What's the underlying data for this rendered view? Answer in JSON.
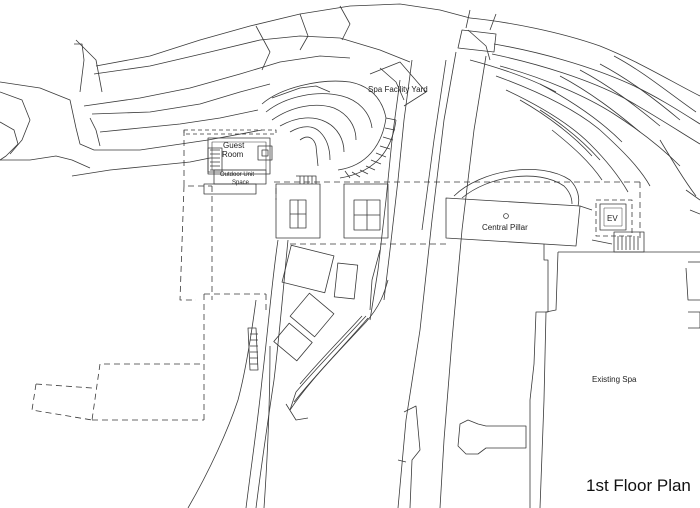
{
  "title": "1st Floor Plan",
  "labels": {
    "spa_facility_yard": "Spa Facility Yard",
    "guest_room_line1": "Guest",
    "guest_room_line2": "Room",
    "outdoor_unit_line1": "Outdoor Unit",
    "outdoor_unit_line2": "Space",
    "central_pillar": "Central Pillar",
    "ev": "EV",
    "existing_spa": "Existing Spa"
  },
  "colors": {
    "line": "#3a3a3a",
    "text": "#222222",
    "background": "#ffffff"
  }
}
